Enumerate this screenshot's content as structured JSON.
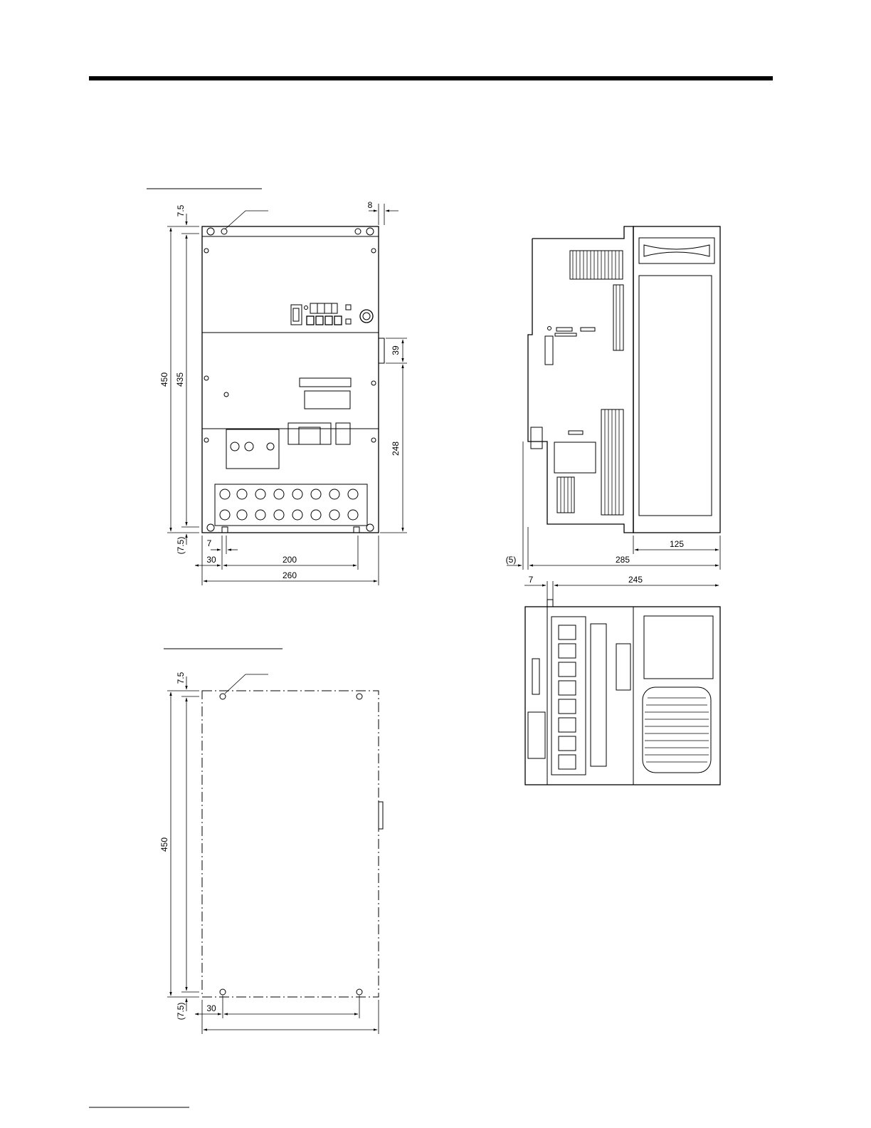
{
  "front_view": {
    "dims": {
      "top_margin": "7.5",
      "side_offset": "8",
      "height_total": "450",
      "height_mount": "435",
      "conn_height": "39",
      "lower_height": "248",
      "bottom_margin": "(7.5)",
      "hole_size": "7",
      "left_offset": "30",
      "hole_pitch": "200",
      "width_total": "260"
    }
  },
  "side_view": {
    "dims": {
      "depth_front": "125",
      "back_offset": "(5)",
      "depth_total": "285"
    }
  },
  "bottom_view": {
    "dims": {
      "hole_size": "7",
      "depth": "245"
    }
  },
  "mounting_view": {
    "dims": {
      "top_margin": "7.5",
      "height_total": "450",
      "bottom_margin": "(7.5)",
      "left_offset": "30"
    }
  }
}
